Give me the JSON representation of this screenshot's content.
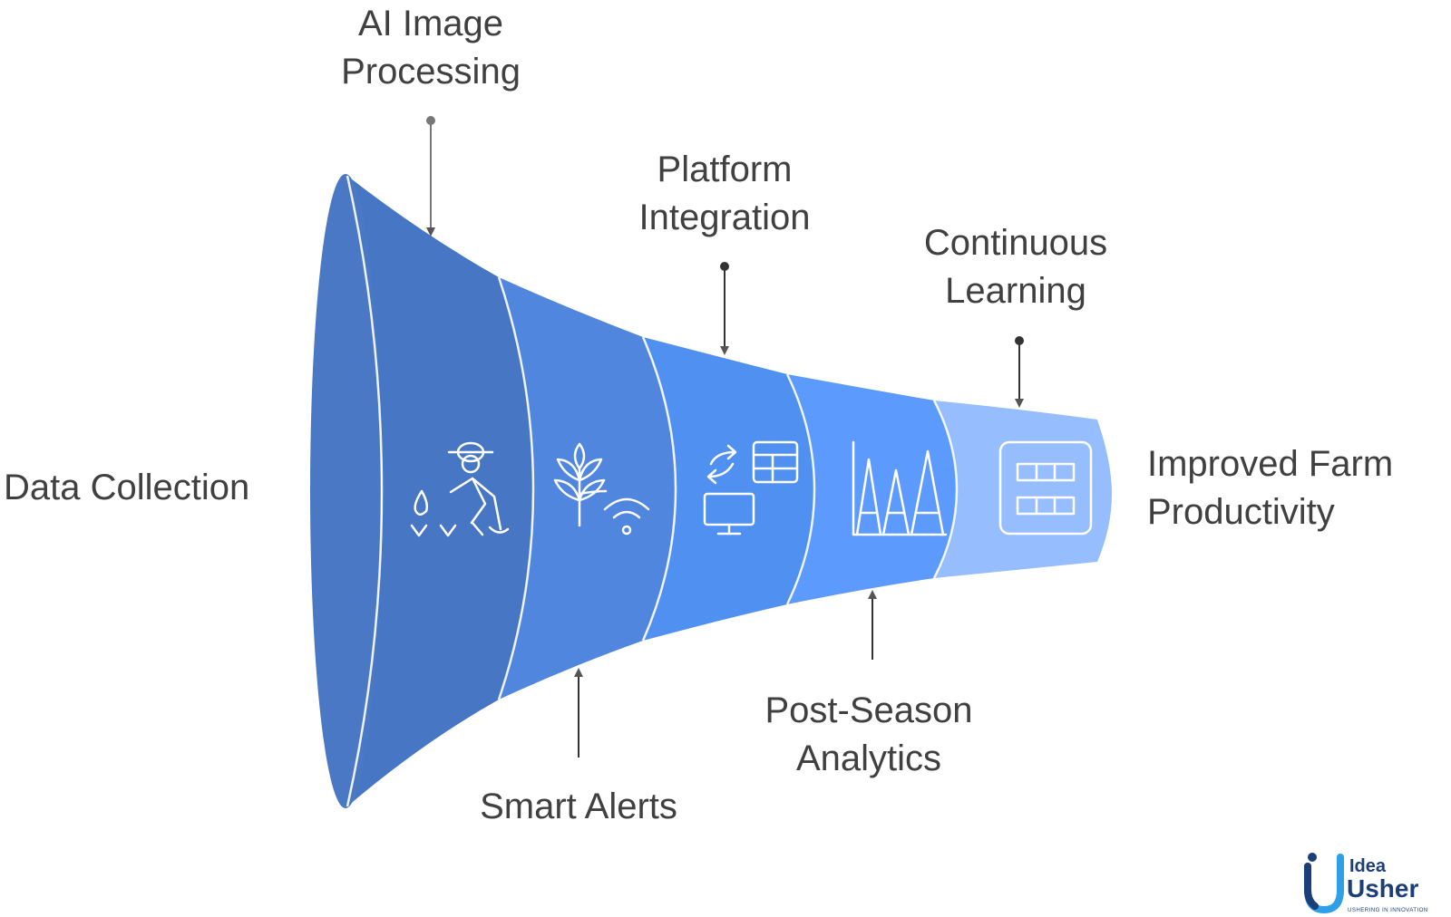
{
  "stages": [
    {
      "name": "data-collection",
      "label_lines": [
        "Data Collection"
      ],
      "icon": "farmer-watering-icon",
      "color": "#4777c4"
    },
    {
      "name": "ai-image-processing",
      "label_lines": [
        "AI Image",
        "Processing"
      ],
      "icon": "none",
      "color": "#4777c4"
    },
    {
      "name": "smart-alerts",
      "label_lines": [
        "Smart Alerts"
      ],
      "icon": "plant-signal-icon",
      "color": "#5186de"
    },
    {
      "name": "platform-integration",
      "label_lines": [
        "Platform",
        "Integration"
      ],
      "icon": "sync-monitor-icon",
      "color": "#5090f0"
    },
    {
      "name": "post-season-analytics",
      "label_lines": [
        "Post-Season",
        "Analytics"
      ],
      "icon": "chart-spikes-icon",
      "color": "#5d9afd"
    },
    {
      "name": "continuous-learning",
      "label_lines": [
        "Continuous",
        "Learning"
      ],
      "icon": "grid-panel-icon",
      "color": "#96bdfd"
    }
  ],
  "outcome": {
    "label_lines": [
      "Improved Farm",
      "Productivity"
    ]
  },
  "logo": {
    "line1": "Idea",
    "line2": "Usher",
    "tagline": "USHERING IN INNOVATION",
    "color_dark": "#1c3f7a",
    "color_light": "#2f9fe8"
  }
}
